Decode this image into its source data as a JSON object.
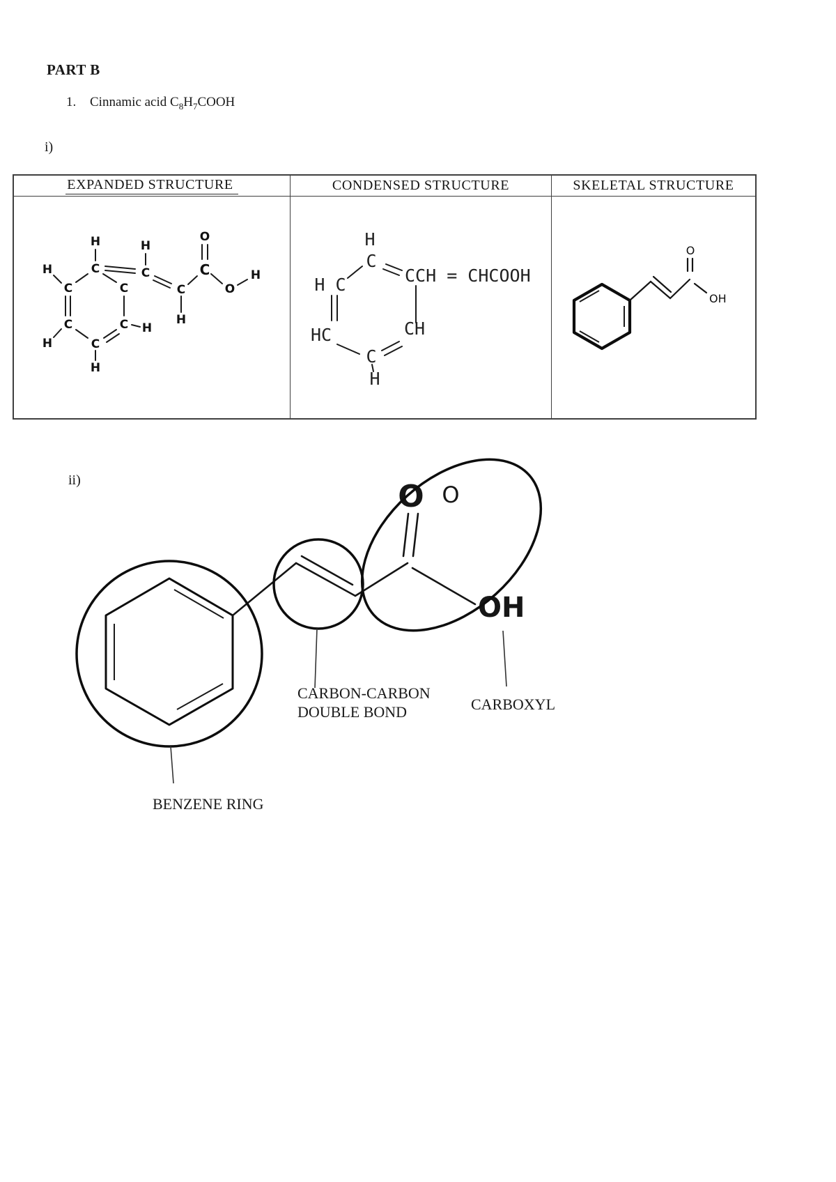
{
  "header": {
    "part_title": "PART B",
    "item_number": "1.",
    "item_text_pre": "Cinnamic acid C",
    "item_sub_8": "8",
    "item_h": "H",
    "item_sub_7": "7",
    "item_end": "COOH",
    "label_i": "i)",
    "label_ii": "ii)"
  },
  "table": {
    "headers": [
      "EXPANDED STRUCTURE",
      "CONDENSED STRUCTURE",
      "SKELETAL STRUCTURE"
    ]
  },
  "atoms": {
    "c": "C",
    "h": "H",
    "o": "O",
    "oh": "OH",
    "hc": "HC",
    "h_c": "H C",
    "ch": "CH",
    "condensed_chain": "CCH = CHCOOH"
  },
  "annotated": {
    "o_left": "O",
    "o_right": "O",
    "oh": "OH",
    "benzene_label": "BENZENE RING",
    "cc_label_line1": "CARBON-CARBON",
    "cc_label_line2": "DOUBLE BOND",
    "carboxyl_label": "CARBOXYL"
  }
}
